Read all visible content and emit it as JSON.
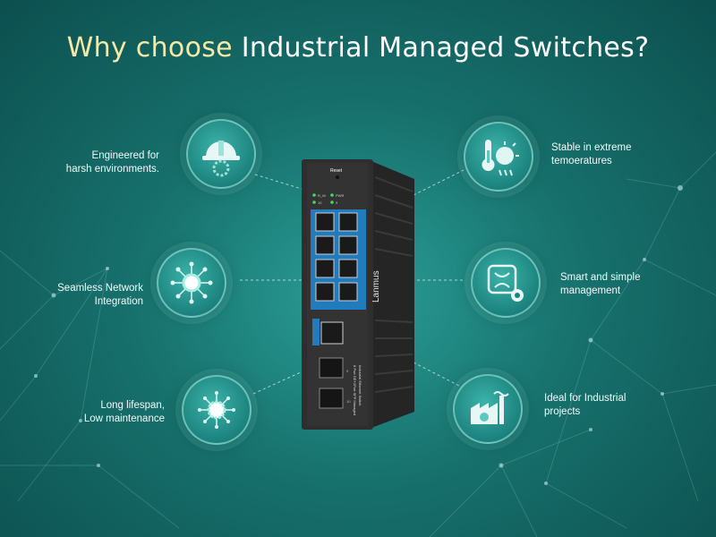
{
  "title": {
    "highlight": "Why choose",
    "rest": " Industrial Managed Switches?"
  },
  "features": [
    {
      "label_lines": [
        "Engineered for",
        "harsh environments."
      ],
      "icon": "hard-hat-gear-icon"
    },
    {
      "label_lines": [
        "Seamless Network",
        "Integration"
      ],
      "icon": "network-hub-icon"
    },
    {
      "label_lines": [
        "Long lifespan,",
        "Low maintenance"
      ],
      "icon": "gear-lifespan-icon"
    },
    {
      "label_lines": [
        "Stable in extreme",
        "temoeratures"
      ],
      "icon": "thermometer-icon"
    },
    {
      "label_lines": [
        "Smart and simple",
        "management"
      ],
      "icon": "smart-management-icon"
    },
    {
      "label_lines": [
        "Ideal for Industrial",
        "projects"
      ],
      "icon": "factory-icon"
    }
  ],
  "device": {
    "brand": "Lanmus",
    "reset_label": "Reset",
    "led_labels": [
      "R_W",
      "PWR",
      "10",
      "9"
    ],
    "side_text": [
      "Industrial Ethernet Switch",
      "8 Port GE+2Port SFP Managed"
    ],
    "sfp_labels": [
      "9",
      "10"
    ]
  },
  "colors": {
    "title_highlight": "#f6e9a8",
    "background": "#17706c",
    "device": "#2c2c2c",
    "port_blue": "#1e88d6"
  }
}
